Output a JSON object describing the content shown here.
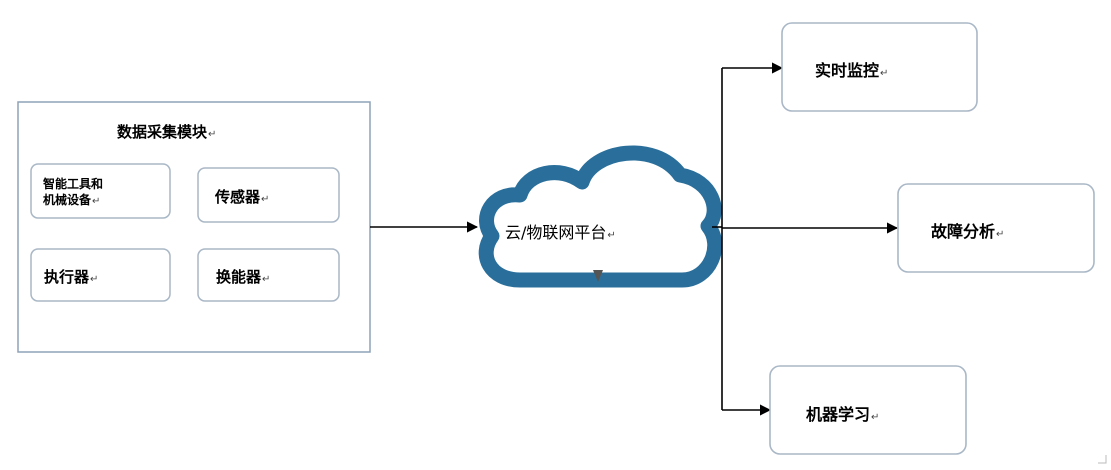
{
  "module": {
    "title": "数据采集模块",
    "items": {
      "smart_tools_line1": "智能工具和",
      "smart_tools_line2": "机械设备",
      "sensor": "传感器",
      "actuator": "执行器",
      "transducer": "换能器"
    }
  },
  "platform": {
    "label": "云/物联网平台"
  },
  "outputs": {
    "monitoring": "实时监控",
    "fault_analysis": "故障分析",
    "machine_learning": "机器学习"
  },
  "paragraph_mark": "↵",
  "colors": {
    "cloud_fill": "#2a6f9b",
    "box_border": "#a9b7c6",
    "module_border": "#8fa3b8",
    "line": "#000000"
  }
}
